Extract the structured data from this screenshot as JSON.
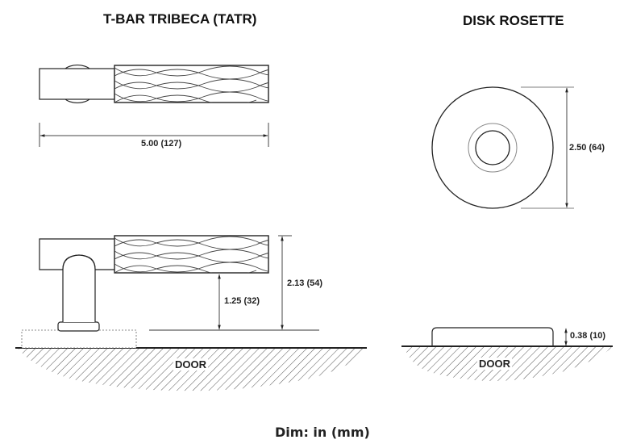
{
  "tbar": {
    "title": "T-BAR TRIBECA (TATR)",
    "length_dim": "5.00 (127)",
    "clearance_dim": "1.25 (32)",
    "projection_dim": "2.13 (54)",
    "door_label": "DOOR"
  },
  "rosette": {
    "title": "DISK ROSETTE",
    "diameter_dim": "2.50 (64)",
    "thickness_dim": "0.38 (10)",
    "door_label": "DOOR"
  },
  "footer": {
    "units_note": "Dim: in (mm)"
  },
  "colors": {
    "line": "#222222",
    "hatch": "#555555",
    "dim_line": "#444444",
    "background": "#ffffff"
  }
}
